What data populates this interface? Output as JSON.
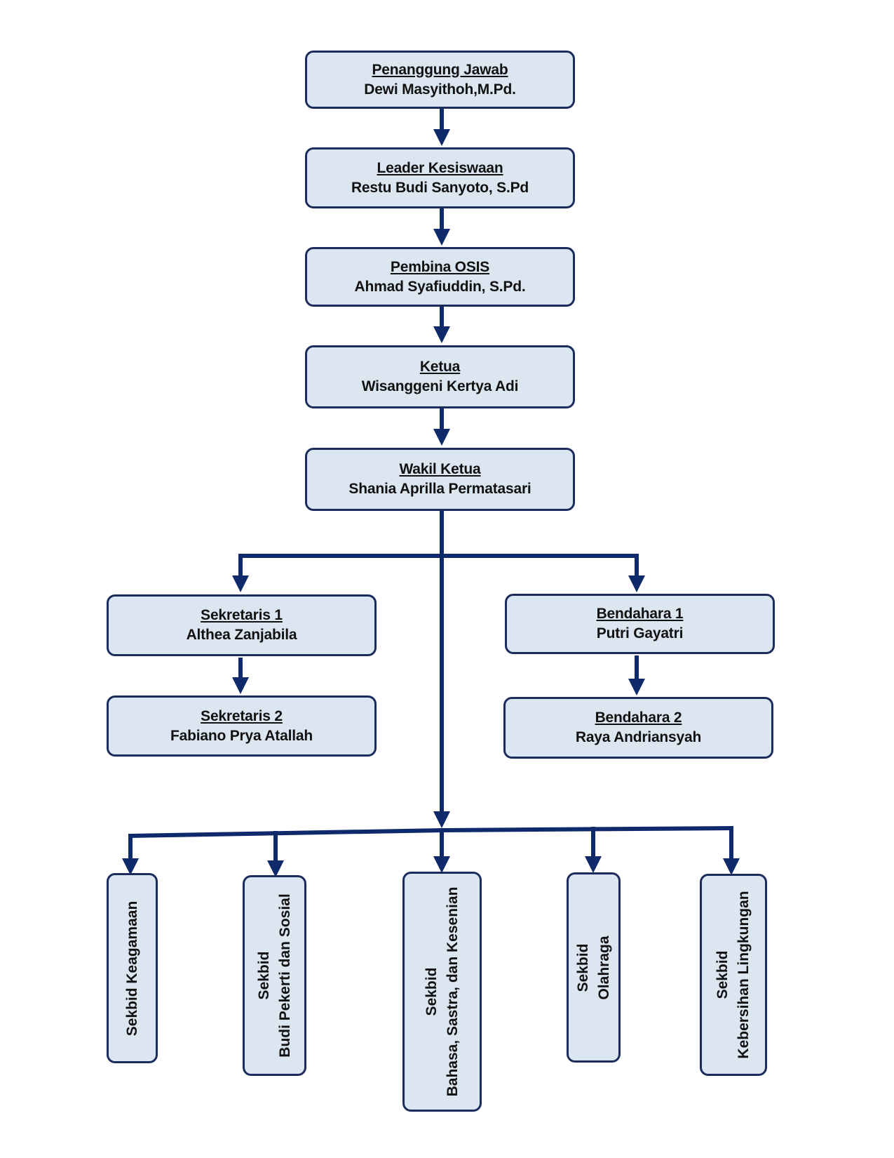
{
  "colors": {
    "box_fill": "#dce6f1",
    "border": "#1a2b5c",
    "connector": "#0e2a6b"
  },
  "positions": [
    {
      "title": "Penanggung Jawab",
      "name": "Dewi Masyithoh,M.Pd."
    },
    {
      "title": "Leader Kesiswaan",
      "name": "Restu Budi Sanyoto, S.Pd"
    },
    {
      "title": "Pembina OSIS",
      "name": "Ahmad Syafiuddin, S.Pd."
    },
    {
      "title": "Ketua",
      "name": "Wisanggeni Kertya Adi"
    },
    {
      "title": "Wakil Ketua",
      "name": "Shania Aprilla Permatasari"
    },
    {
      "title": "Sekretaris 1",
      "name": "Althea Zanjabila"
    },
    {
      "title": "Sekretaris 2",
      "name": "Fabiano Prya Atallah"
    },
    {
      "title": "Bendahara 1",
      "name": "Putri Gayatri"
    },
    {
      "title": "Bendahara 2",
      "name": "Raya Andriansyah"
    }
  ],
  "sekbid": [
    {
      "line1": "Sekbid Keagamaan",
      "line2": ""
    },
    {
      "line1": "Sekbid",
      "line2": "Budi Pekerti dan Sosial"
    },
    {
      "line1": "Sekbid",
      "line2": "Bahasa, Sastra, dan Kesenian"
    },
    {
      "line1": "Sekbid",
      "line2": "Olahraga"
    },
    {
      "line1": "Sekbid",
      "line2": "Kebersihan Lingkungan"
    }
  ]
}
